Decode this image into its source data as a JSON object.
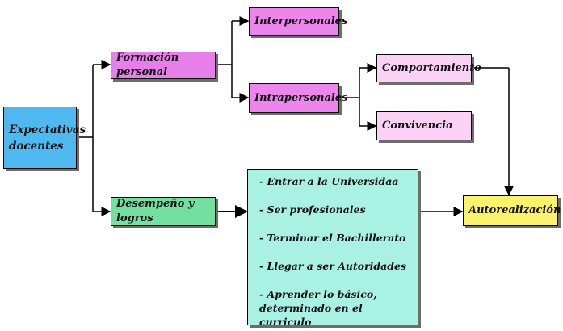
{
  "nodes": {
    "expectativas": "Expectativas docentes",
    "formacion": "Formación personal",
    "interpersonales": "Interpersonales",
    "intrapersonales": "Intrapersonales",
    "comportamiento": "Comportamiento",
    "convivencia": "Convivencia",
    "desempeno": "Desempeño y logros",
    "autorrealizacion": "Autorealización"
  },
  "logros_list": [
    "- Entrar a la Universidaa",
    "- Ser profesionales",
    "- Terminar el Bachillerato",
    "- Llegar a ser Autoridades",
    "- Aprender lo básico, determinado en el curriculo"
  ],
  "colors": {
    "expectativas": "#4fb8ee",
    "formacion": "#e77fe8",
    "inter_intra": "#ec86ec",
    "comp_conv": "#fbd2f6",
    "desempeno": "#73e0a2",
    "logros_list": "#a8f1e3",
    "autorrealizacion": "#fbf26e",
    "connector": "#000000"
  }
}
